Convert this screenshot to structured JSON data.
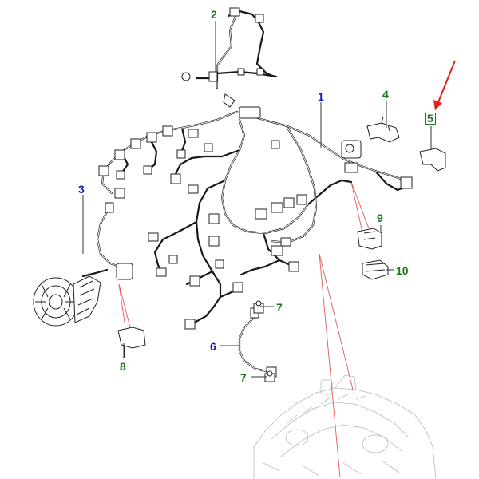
{
  "callouts": {
    "c1": "1",
    "c2": "2",
    "c3": "3",
    "c4": "4",
    "c5": "5",
    "c6": "6",
    "c7a": "7",
    "c7b": "7",
    "c8": "8",
    "c9": "9",
    "c10": "10"
  },
  "colors": {
    "blue_callout": "#1515b8",
    "green_callout": "#1d7a1d",
    "red_arrow": "#e0201b",
    "red_leader": "#e05a5a",
    "line_art": "#1a1a1a",
    "ghost_art": "#b9b9b9"
  },
  "highlighted_callout": "5"
}
